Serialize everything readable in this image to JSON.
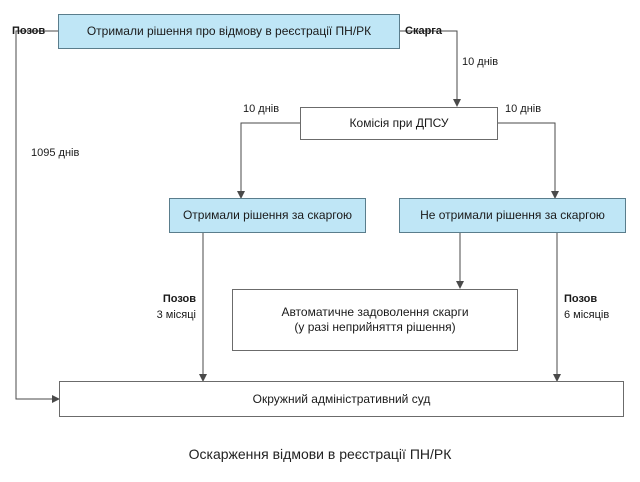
{
  "nodes": {
    "refusal": "Отримали рішення про відмову в реєстрації ПН/РК",
    "commission": "Комісія при ДПСУ",
    "got_decision": "Отримали рішення за скаргою",
    "no_decision": "Не отримали рішення за скаргою",
    "auto_line1": "Автоматичне задоволення скарги",
    "auto_line2": "(у разі неприйняття рішення)",
    "court": "Окружний адміністративний суд"
  },
  "labels": {
    "lawsuit_top": "Позов",
    "complaint": "Скарга",
    "days_10_top": "10 днів",
    "days_10_left": "10 днів",
    "days_10_right": "10 днів",
    "days_1095": "1095 днів",
    "lawsuit_left": "Позов",
    "months_3": "3 місяці",
    "lawsuit_right": "Позов",
    "months_6": "6 місяців"
  },
  "caption": "Оскарження відмови в реєстрації ПН/РК",
  "colors": {
    "highlight_fill": "#bfe6f6",
    "line": "#4a4a4a"
  }
}
